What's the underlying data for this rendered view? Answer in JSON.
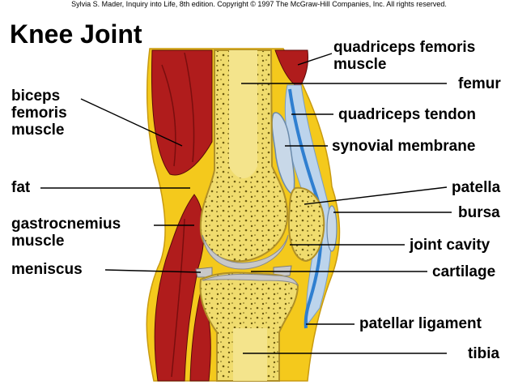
{
  "credit": "Sylvia S. Mader, Inquiry into Life, 8th edition. Copyright © 1997 The McGraw-Hill Companies, Inc. All rights reserved.",
  "title": "Knee Joint",
  "labels": {
    "quadriceps_femoris_1": "quadriceps femoris",
    "quadriceps_femoris_2": "muscle",
    "femur": "femur",
    "quadriceps_tendon": "quadriceps tendon",
    "synovial_membrane": "synovial membrane",
    "patella": "patella",
    "bursa": "bursa",
    "joint_cavity": "joint cavity",
    "cartilage": "cartilage",
    "patellar_ligament": "patellar ligament",
    "tibia": "tibia",
    "biceps_1": "biceps",
    "biceps_2": "femoris",
    "biceps_3": "muscle",
    "fat": "fat",
    "gastrocnemius_1": "gastrocnemius",
    "gastrocnemius_2": "muscle",
    "meniscus": "meniscus"
  },
  "colors": {
    "fat": "#f4c91c",
    "muscle": "#b01c1c",
    "bone": "#f0dc6e",
    "bone_edge": "#d4b640",
    "tendon": "#bcd4ec",
    "synovial": "#2f7fd0",
    "cartilage": "#c8c8c8"
  }
}
